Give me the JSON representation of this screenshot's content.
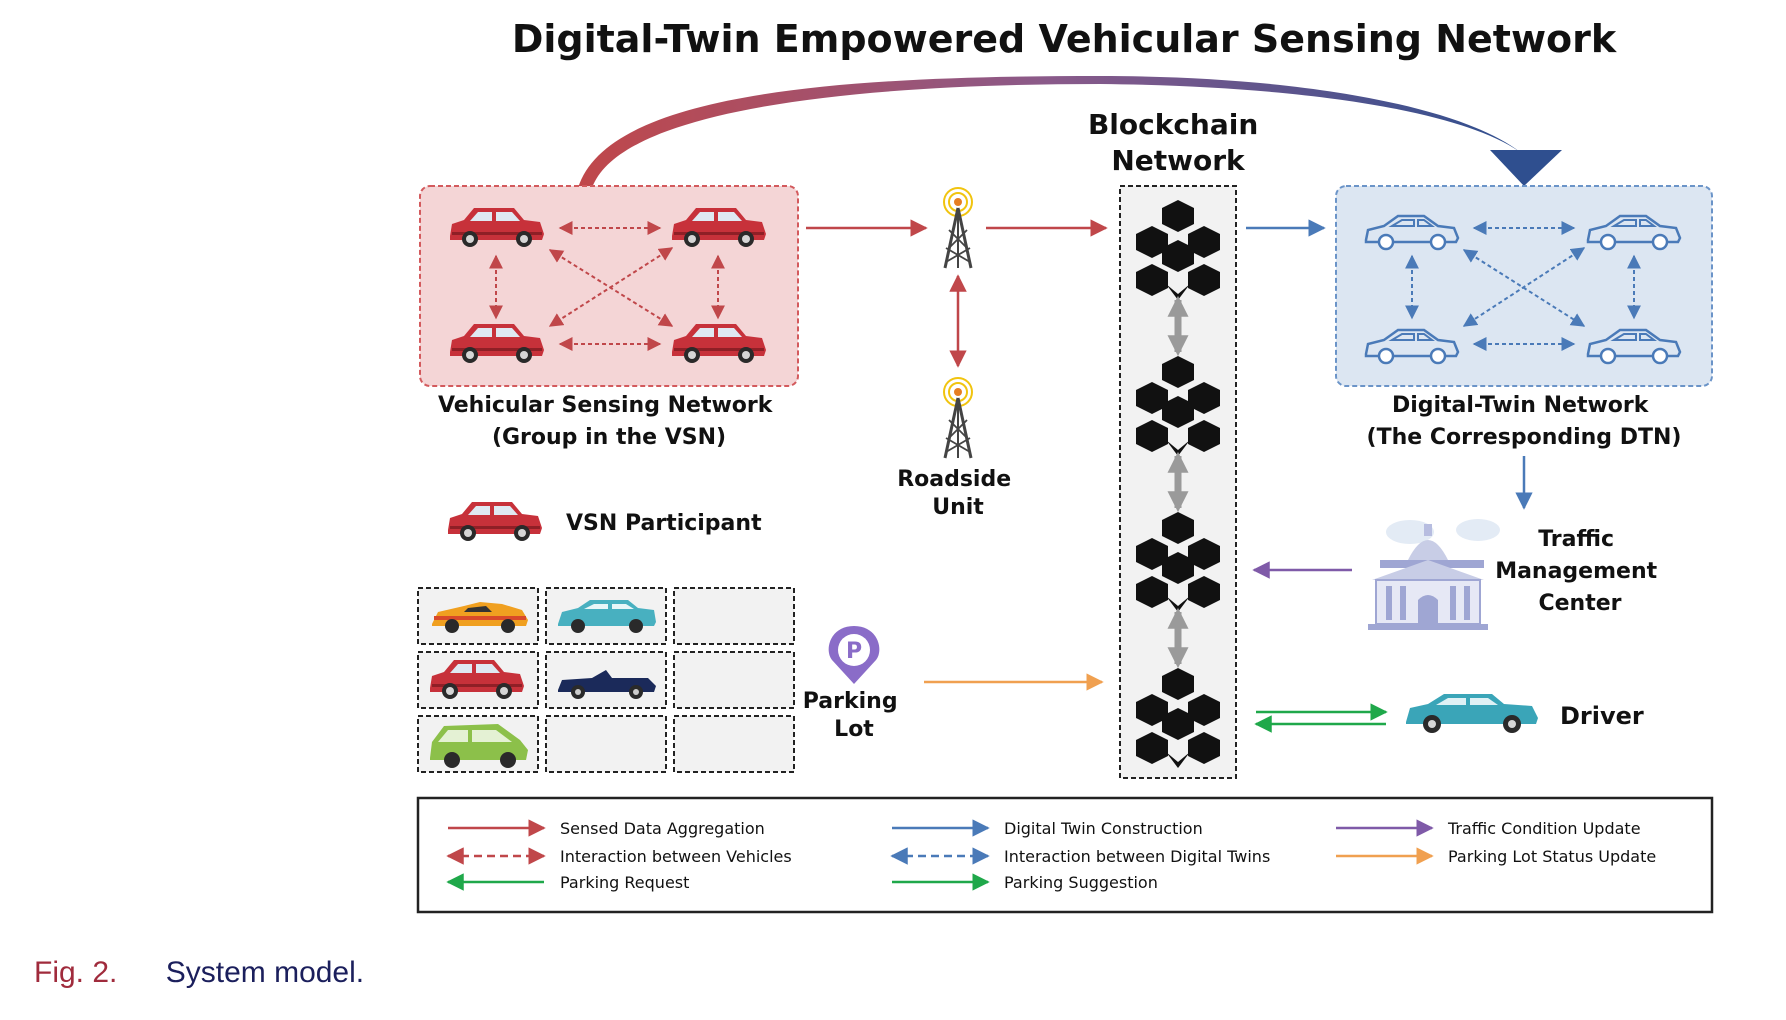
{
  "title": "Digital-Twin Empowered Vehicular Sensing Network",
  "blockchain_label": [
    "Blockchain",
    "Network"
  ],
  "vsn_label": [
    "Vehicular Sensing Network",
    "(Group in the VSN)"
  ],
  "dtn_label": [
    "Digital-Twin Network",
    "(The Corresponding DTN)"
  ],
  "rsu_label": [
    "Roadside",
    "Unit"
  ],
  "participant_label": "VSN Participant",
  "parking_label": [
    "Parking",
    "Lot"
  ],
  "tmc_label": [
    "Traffic",
    "Management",
    "Center"
  ],
  "driver_label": "Driver",
  "legend": [
    {
      "label": "Sensed Data Aggregation",
      "color": "#c0474a",
      "style": "solid",
      "dir": "right"
    },
    {
      "label": "Interaction between Vehicles",
      "color": "#c0474a",
      "style": "dashed",
      "dir": "both"
    },
    {
      "label": "Parking Request",
      "color": "#1fa84a",
      "style": "solid",
      "dir": "left"
    },
    {
      "label": "Digital Twin Construction",
      "color": "#4a7ab8",
      "style": "solid",
      "dir": "right"
    },
    {
      "label": "Interaction between Digital Twins",
      "color": "#4a7ab8",
      "style": "dashed",
      "dir": "both"
    },
    {
      "label": "Parking Suggestion",
      "color": "#1fa84a",
      "style": "solid",
      "dir": "right"
    },
    {
      "label": "Traffic Condition Update",
      "color": "#7f5aa8",
      "style": "solid",
      "dir": "right"
    },
    {
      "label": "Parking Lot Status Update",
      "color": "#f0a050",
      "style": "solid",
      "dir": "right"
    }
  ],
  "caption": {
    "fig": "Fig. 2.",
    "text": "System model."
  }
}
